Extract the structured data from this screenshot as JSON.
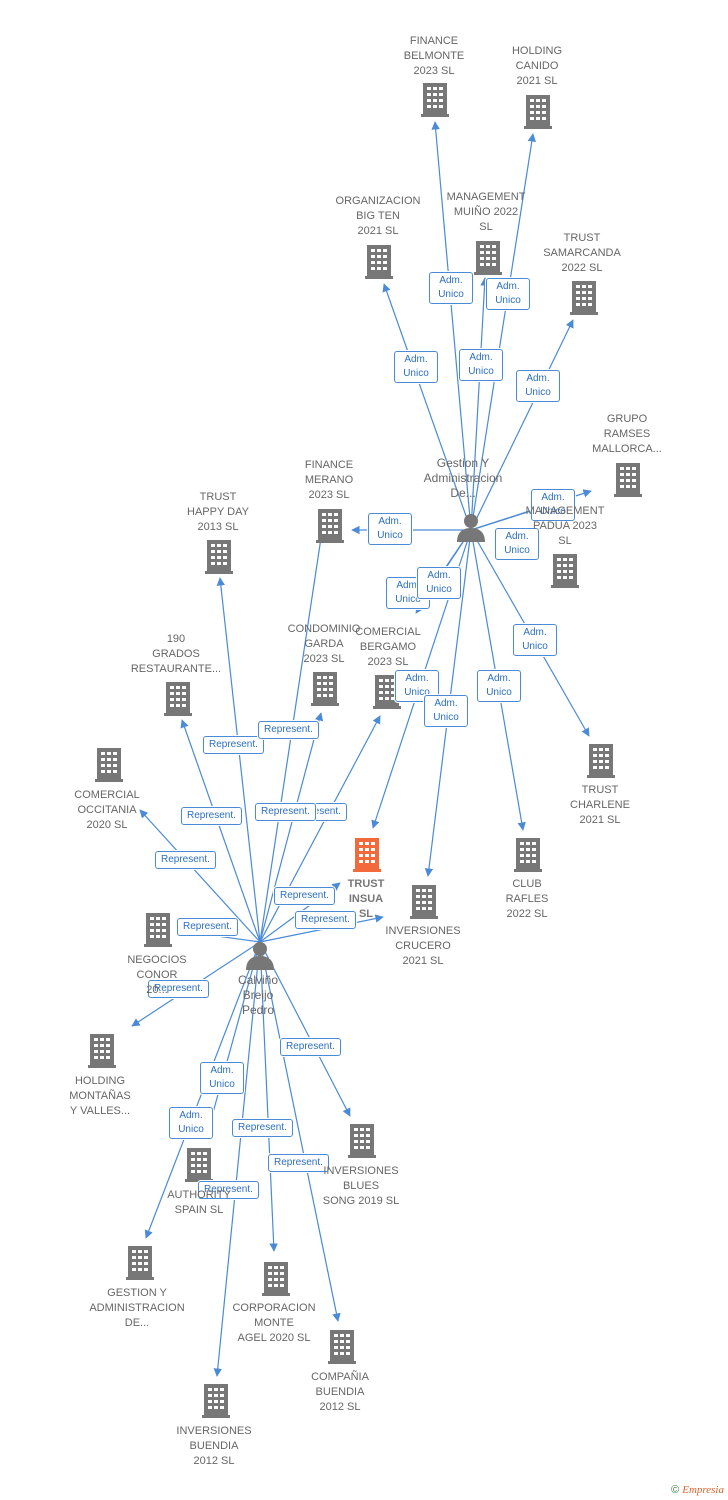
{
  "colors": {
    "edge": "#4a8ad6",
    "company": "#777777",
    "highlight": "#f26a3b",
    "person": "#777777"
  },
  "companies": [
    {
      "id": "finance_belmonte",
      "label": "FINANCE\nBELMONTE\n2023  SL",
      "icon": "building-icon"
    },
    {
      "id": "holding_canido",
      "label": "HOLDING\nCANIDO\n2021  SL",
      "icon": "building-icon"
    },
    {
      "id": "organizacion_big_ten",
      "label": "ORGANIZACION\nBIG TEN\n2021  SL",
      "icon": "building-icon"
    },
    {
      "id": "management_muino",
      "label": "MANAGEMENT\nMUIÑO 2022\nSL",
      "icon": "building-icon"
    },
    {
      "id": "trust_samarcanda",
      "label": "TRUST\nSAMARCANDA\n2022  SL",
      "icon": "building-icon"
    },
    {
      "id": "grupo_ramses",
      "label": "GRUPO\nRAMSES\nMALLORCA...",
      "icon": "building-icon"
    },
    {
      "id": "management_padua",
      "label": "MANAGEMENT\nPADUA 2023\nSL",
      "icon": "building-icon"
    },
    {
      "id": "finance_merano",
      "label": "FINANCE\nMERANO\n2023  SL",
      "icon": "building-icon"
    },
    {
      "id": "trust_happy_day",
      "label": "TRUST\nHAPPY DAY\n2013  SL",
      "icon": "building-icon"
    },
    {
      "id": "grados_190",
      "label": "190\nGRADOS\nRESTAURANTE...",
      "icon": "building-icon"
    },
    {
      "id": "condominio_garda",
      "label": "CONDOMINIO\nGARDA\n2023  SL",
      "icon": "building-icon"
    },
    {
      "id": "comercial_bergamo",
      "label": "COMERCIAL\nBERGAMO\n2023  SL",
      "icon": "building-icon"
    },
    {
      "id": "comercial_occitania",
      "label": "COMERCIAL\nOCCITANIA\n2020  SL",
      "icon": "building-icon"
    },
    {
      "id": "trust_insua",
      "label": "TRUST\nINSUA\nSL",
      "icon": "building-icon",
      "highlight": true
    },
    {
      "id": "inversiones_crucero",
      "label": "INVERSIONES\nCRUCERO\n2021  SL",
      "icon": "building-icon"
    },
    {
      "id": "club_rafles",
      "label": "CLUB\nRAFLES\n2022  SL",
      "icon": "building-icon"
    },
    {
      "id": "trust_charlene",
      "label": "TRUST\nCHARLENE\n2021  SL",
      "icon": "building-icon"
    },
    {
      "id": "negocios_conor",
      "label": "NEGOCIOS\nCONOR\n20...",
      "icon": "building-icon"
    },
    {
      "id": "holding_montanas",
      "label": "HOLDING\nMONTAÑAS\nY VALLES...",
      "icon": "building-icon"
    },
    {
      "id": "authority_spain",
      "label": "AUTHORITY\nSPAIN  SL",
      "icon": "building-icon"
    },
    {
      "id": "inversiones_blues",
      "label": "INVERSIONES\nBLUES\nSONG 2019  SL",
      "icon": "building-icon"
    },
    {
      "id": "gestion_admin_2",
      "label": "GESTION Y\nADMINISTRACION\nDE...",
      "icon": "building-icon"
    },
    {
      "id": "corporacion_monte",
      "label": "CORPORACION\nMONTE\nAGEL 2020  SL",
      "icon": "building-icon"
    },
    {
      "id": "compania_buendia",
      "label": "COMPAÑIA\nBUENDIA\n2012 SL",
      "icon": "building-icon"
    },
    {
      "id": "inversiones_buendia",
      "label": "INVERSIONES\nBUENDIA\n2012 SL",
      "icon": "building-icon"
    }
  ],
  "persons": [
    {
      "id": "gestion_y_admin",
      "label": "Gestion Y\nAdministracion\nDe...",
      "icon": "person-icon"
    },
    {
      "id": "calvino",
      "label": "Calviño\nBreijo\nPedro",
      "icon": "person-icon"
    }
  ],
  "edge_labels": {
    "adm_unico": "Adm.\nUnico",
    "represent": "Represent."
  },
  "edges": [
    {
      "from": "gestion_y_admin",
      "to": "finance_belmonte",
      "label": "Adm.\nUnico"
    },
    {
      "from": "gestion_y_admin",
      "to": "holding_canido",
      "label": "Adm.\nUnico"
    },
    {
      "from": "gestion_y_admin",
      "to": "organizacion_big_ten",
      "label": "Adm.\nUnico"
    },
    {
      "from": "gestion_y_admin",
      "to": "management_muino",
      "label": "Adm.\nUnico"
    },
    {
      "from": "gestion_y_admin",
      "to": "trust_samarcanda",
      "label": "Adm.\nUnico"
    },
    {
      "from": "gestion_y_admin",
      "to": "grupo_ramses",
      "label": "Adm.\nUnico"
    },
    {
      "from": "gestion_y_admin",
      "to": "management_padua",
      "label": "Adm.\nUnico"
    },
    {
      "from": "gestion_y_admin",
      "to": "finance_merano",
      "label": "Adm.\nUnico"
    },
    {
      "from": "gestion_y_admin",
      "to": "comercial_bergamo",
      "label": "Adm.\nUnico"
    },
    {
      "from": "gestion_y_admin",
      "to": "condominio_garda",
      "label": "Adm.\nUnico"
    },
    {
      "from": "gestion_y_admin",
      "to": "trust_insua",
      "label": "Adm.\nUnico"
    },
    {
      "from": "gestion_y_admin",
      "to": "inversiones_crucero",
      "label": "Adm.\nUnico"
    },
    {
      "from": "gestion_y_admin",
      "to": "club_rafles",
      "label": "Adm.\nUnico"
    },
    {
      "from": "gestion_y_admin",
      "to": "trust_charlene",
      "label": "Adm.\nUnico"
    },
    {
      "from": "calvino",
      "to": "trust_happy_day",
      "label": "Represent."
    },
    {
      "from": "calvino",
      "to": "finance_merano",
      "label": "Represent."
    },
    {
      "from": "calvino",
      "to": "grados_190",
      "label": "Represent."
    },
    {
      "from": "calvino",
      "to": "condominio_garda",
      "label": "Represent."
    },
    {
      "from": "calvino",
      "to": "comercial_bergamo",
      "label": "Represent."
    },
    {
      "from": "calvino",
      "to": "comercial_occitania",
      "label": "Represent."
    },
    {
      "from": "calvino",
      "to": "trust_insua",
      "label": "Represent."
    },
    {
      "from": "calvino",
      "to": "inversiones_crucero",
      "label": "Represent."
    },
    {
      "from": "calvino",
      "to": "negocios_conor",
      "label": "Represent."
    },
    {
      "from": "calvino",
      "to": "holding_montanas",
      "label": "Represent."
    },
    {
      "from": "calvino",
      "to": "authority_spain",
      "label": "Adm.\nUnico"
    },
    {
      "from": "calvino",
      "to": "gestion_admin_2",
      "label": "Adm.\nUnico"
    },
    {
      "from": "calvino",
      "to": "inversiones_blues",
      "label": "Represent."
    },
    {
      "from": "calvino",
      "to": "corporacion_monte",
      "label": "Represent."
    },
    {
      "from": "calvino",
      "to": "compania_buendia",
      "label": "Represent."
    },
    {
      "from": "calvino",
      "to": "inversiones_buendia",
      "label": "Represent."
    }
  ],
  "footer": {
    "copyright": "©",
    "brand": "Empresia"
  }
}
